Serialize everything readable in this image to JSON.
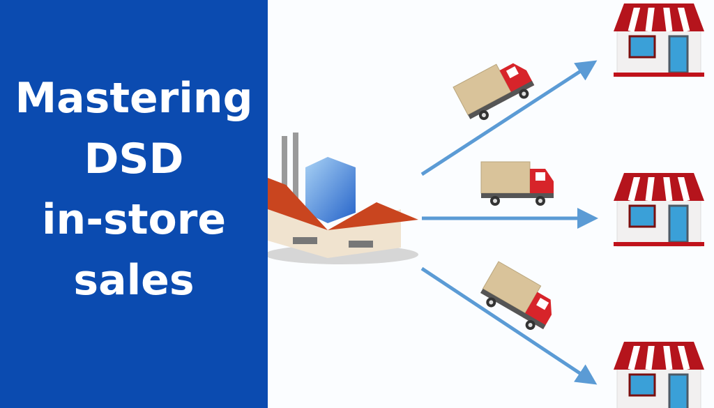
{
  "headline": {
    "lines": [
      "Mastering",
      "DSD",
      "in-store",
      "sales"
    ]
  },
  "illustration": {
    "source": "factory",
    "routes": 3,
    "vehicle": "delivery-truck",
    "destination": "shop",
    "colors": {
      "panel": "#0b4bb0",
      "arrow": "#5b9bd5",
      "truck_cab": "#d7242a",
      "cargo": "#d9c39a",
      "roof": "#c9451f",
      "shop_awning": "#b5141c",
      "shop_window": "#3aa0d8"
    }
  }
}
